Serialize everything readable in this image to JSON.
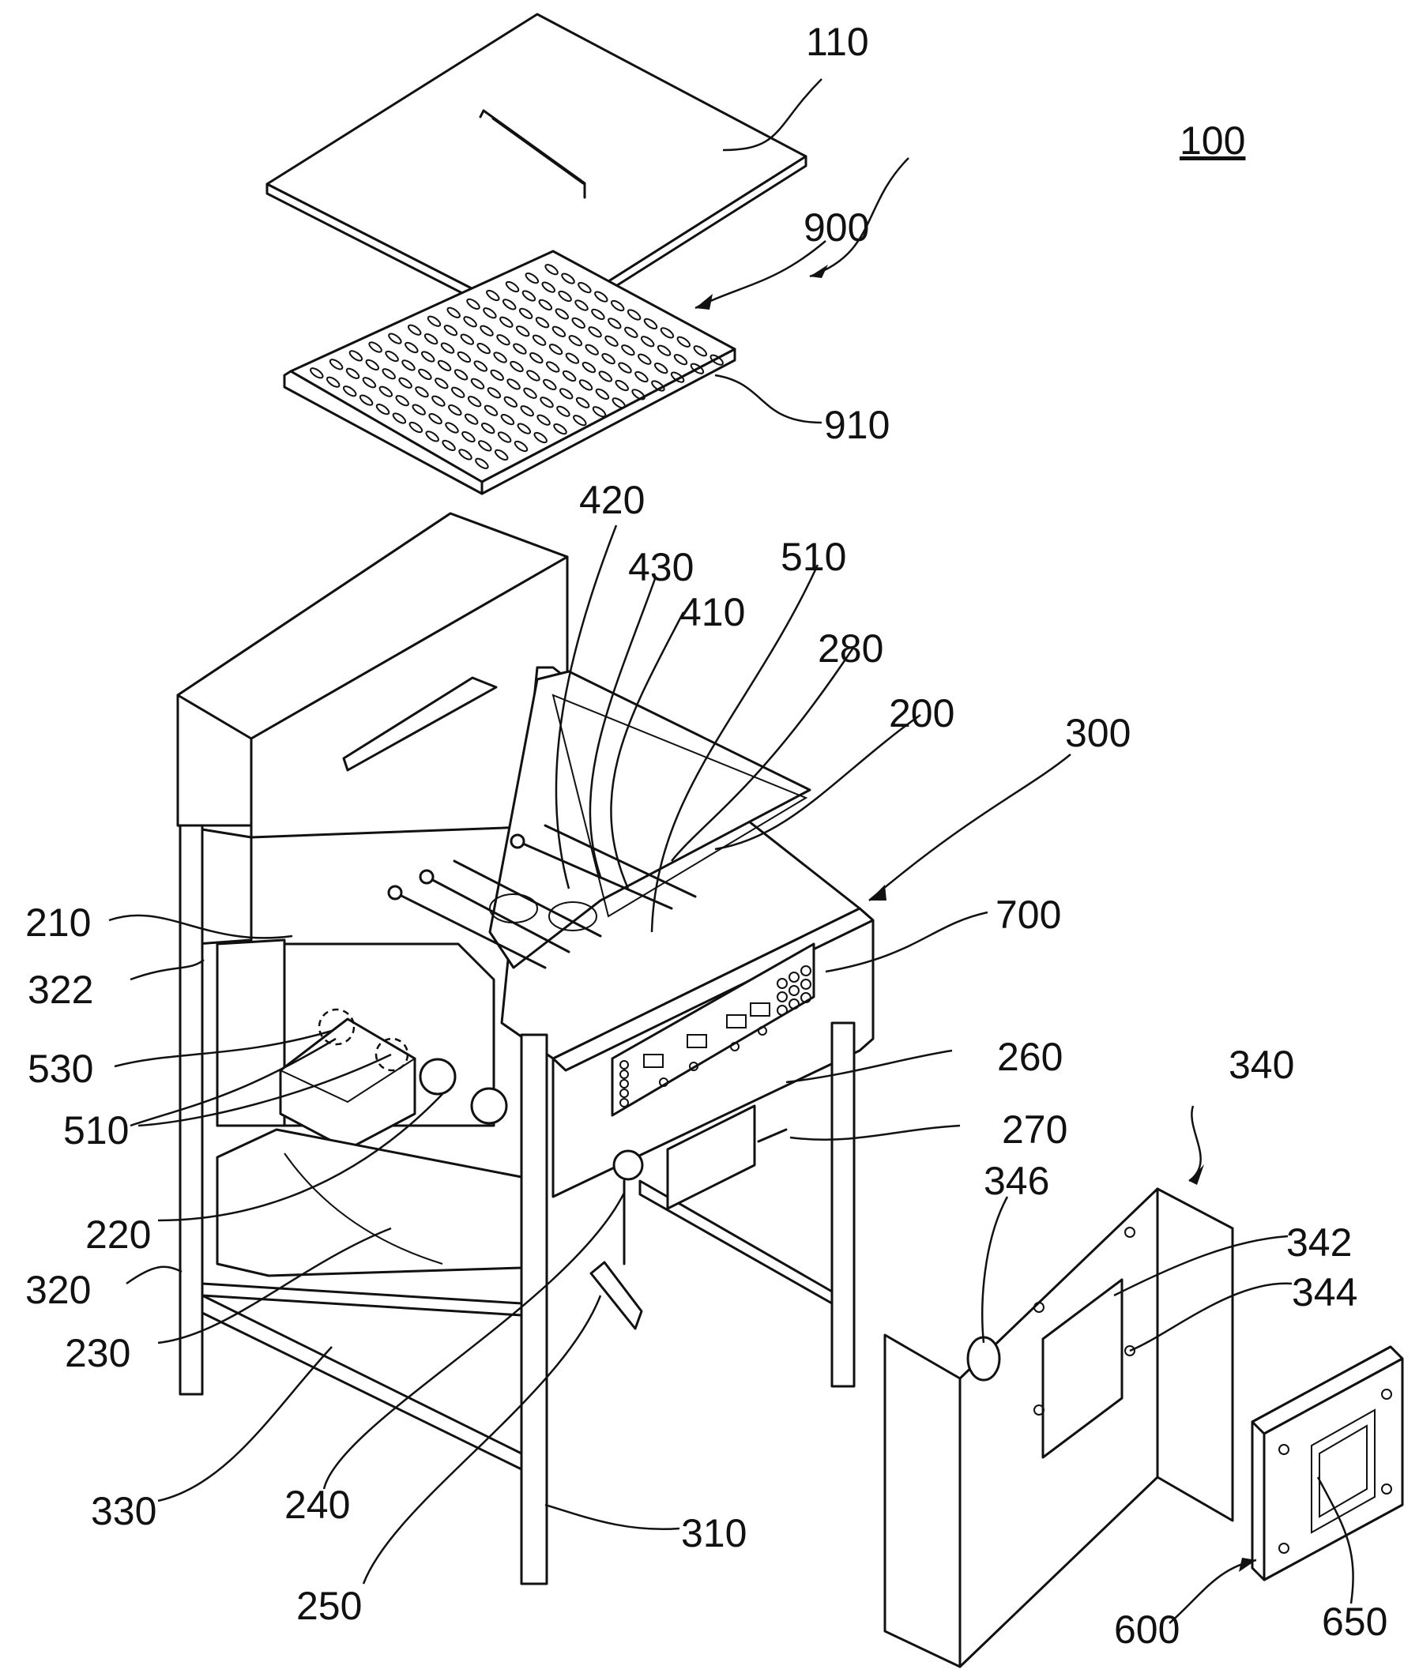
{
  "figure": {
    "labels": {
      "l100": "100",
      "l110": "110",
      "l900": "900",
      "l910": "910",
      "l420": "420",
      "l430": "430",
      "l510a": "510",
      "l410": "410",
      "l280": "280",
      "l200": "200",
      "l300": "300",
      "l210": "210",
      "l322": "322",
      "l700": "700",
      "l530": "530",
      "l260": "260",
      "l340": "340",
      "l510b": "510",
      "l270": "270",
      "l346": "346",
      "l342": "342",
      "l220": "220",
      "l344": "344",
      "l320": "320",
      "l230": "230",
      "l330": "330",
      "l240": "240",
      "l310": "310",
      "l250": "250",
      "l600": "600",
      "l650": "650"
    }
  }
}
